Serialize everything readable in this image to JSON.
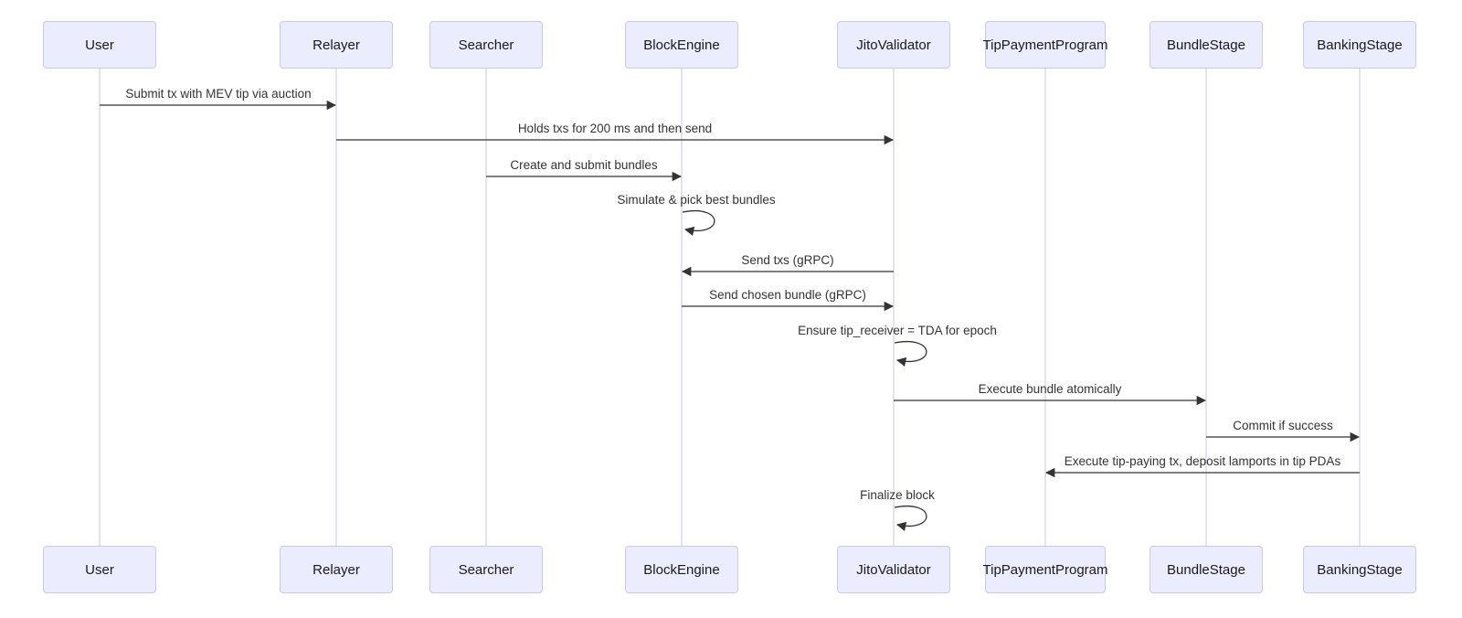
{
  "diagram": {
    "type": "sequence-diagram",
    "background_color": "#ffffff",
    "colors": {
      "actor_fill": "#ECECFF",
      "actor_border": "#c9c9e8",
      "lifeline": "#c9c9e0",
      "arrow": "#333333",
      "message_text": "#333333"
    },
    "actors": [
      {
        "name": "User"
      },
      {
        "name": "Relayer"
      },
      {
        "name": "Searcher"
      },
      {
        "name": "BlockEngine"
      },
      {
        "name": "JitoValidator"
      },
      {
        "name": "TipPaymentProgram"
      },
      {
        "name": "BundleStage"
      },
      {
        "name": "BankingStage"
      }
    ],
    "messages": [
      {
        "from": "User",
        "to": "Relayer",
        "kind": "arrow",
        "label": "Submit tx with MEV tip via auction"
      },
      {
        "from": "Relayer",
        "to": "JitoValidator",
        "kind": "arrow",
        "label": "Holds txs for 200 ms and then send"
      },
      {
        "from": "Searcher",
        "to": "BlockEngine",
        "kind": "arrow",
        "label": "Create and submit bundles"
      },
      {
        "from": "BlockEngine",
        "to": "BlockEngine",
        "kind": "self",
        "label": "Simulate & pick best bundles"
      },
      {
        "from": "JitoValidator",
        "to": "BlockEngine",
        "kind": "arrow",
        "label": "Send txs (gRPC)"
      },
      {
        "from": "BlockEngine",
        "to": "JitoValidator",
        "kind": "arrow",
        "label": "Send chosen bundle (gRPC)"
      },
      {
        "from": "JitoValidator",
        "to": "JitoValidator",
        "kind": "self",
        "label": "Ensure tip_receiver = TDA for epoch"
      },
      {
        "from": "JitoValidator",
        "to": "BundleStage",
        "kind": "arrow",
        "label": "Execute bundle atomically"
      },
      {
        "from": "BundleStage",
        "to": "BankingStage",
        "kind": "arrow",
        "label": "Commit if success"
      },
      {
        "from": "BankingStage",
        "to": "TipPaymentProgram",
        "kind": "arrow",
        "label": "Execute tip-paying tx, deposit lamports in tip PDAs"
      },
      {
        "from": "JitoValidator",
        "to": "JitoValidator",
        "kind": "self",
        "label": "Finalize block"
      }
    ]
  }
}
